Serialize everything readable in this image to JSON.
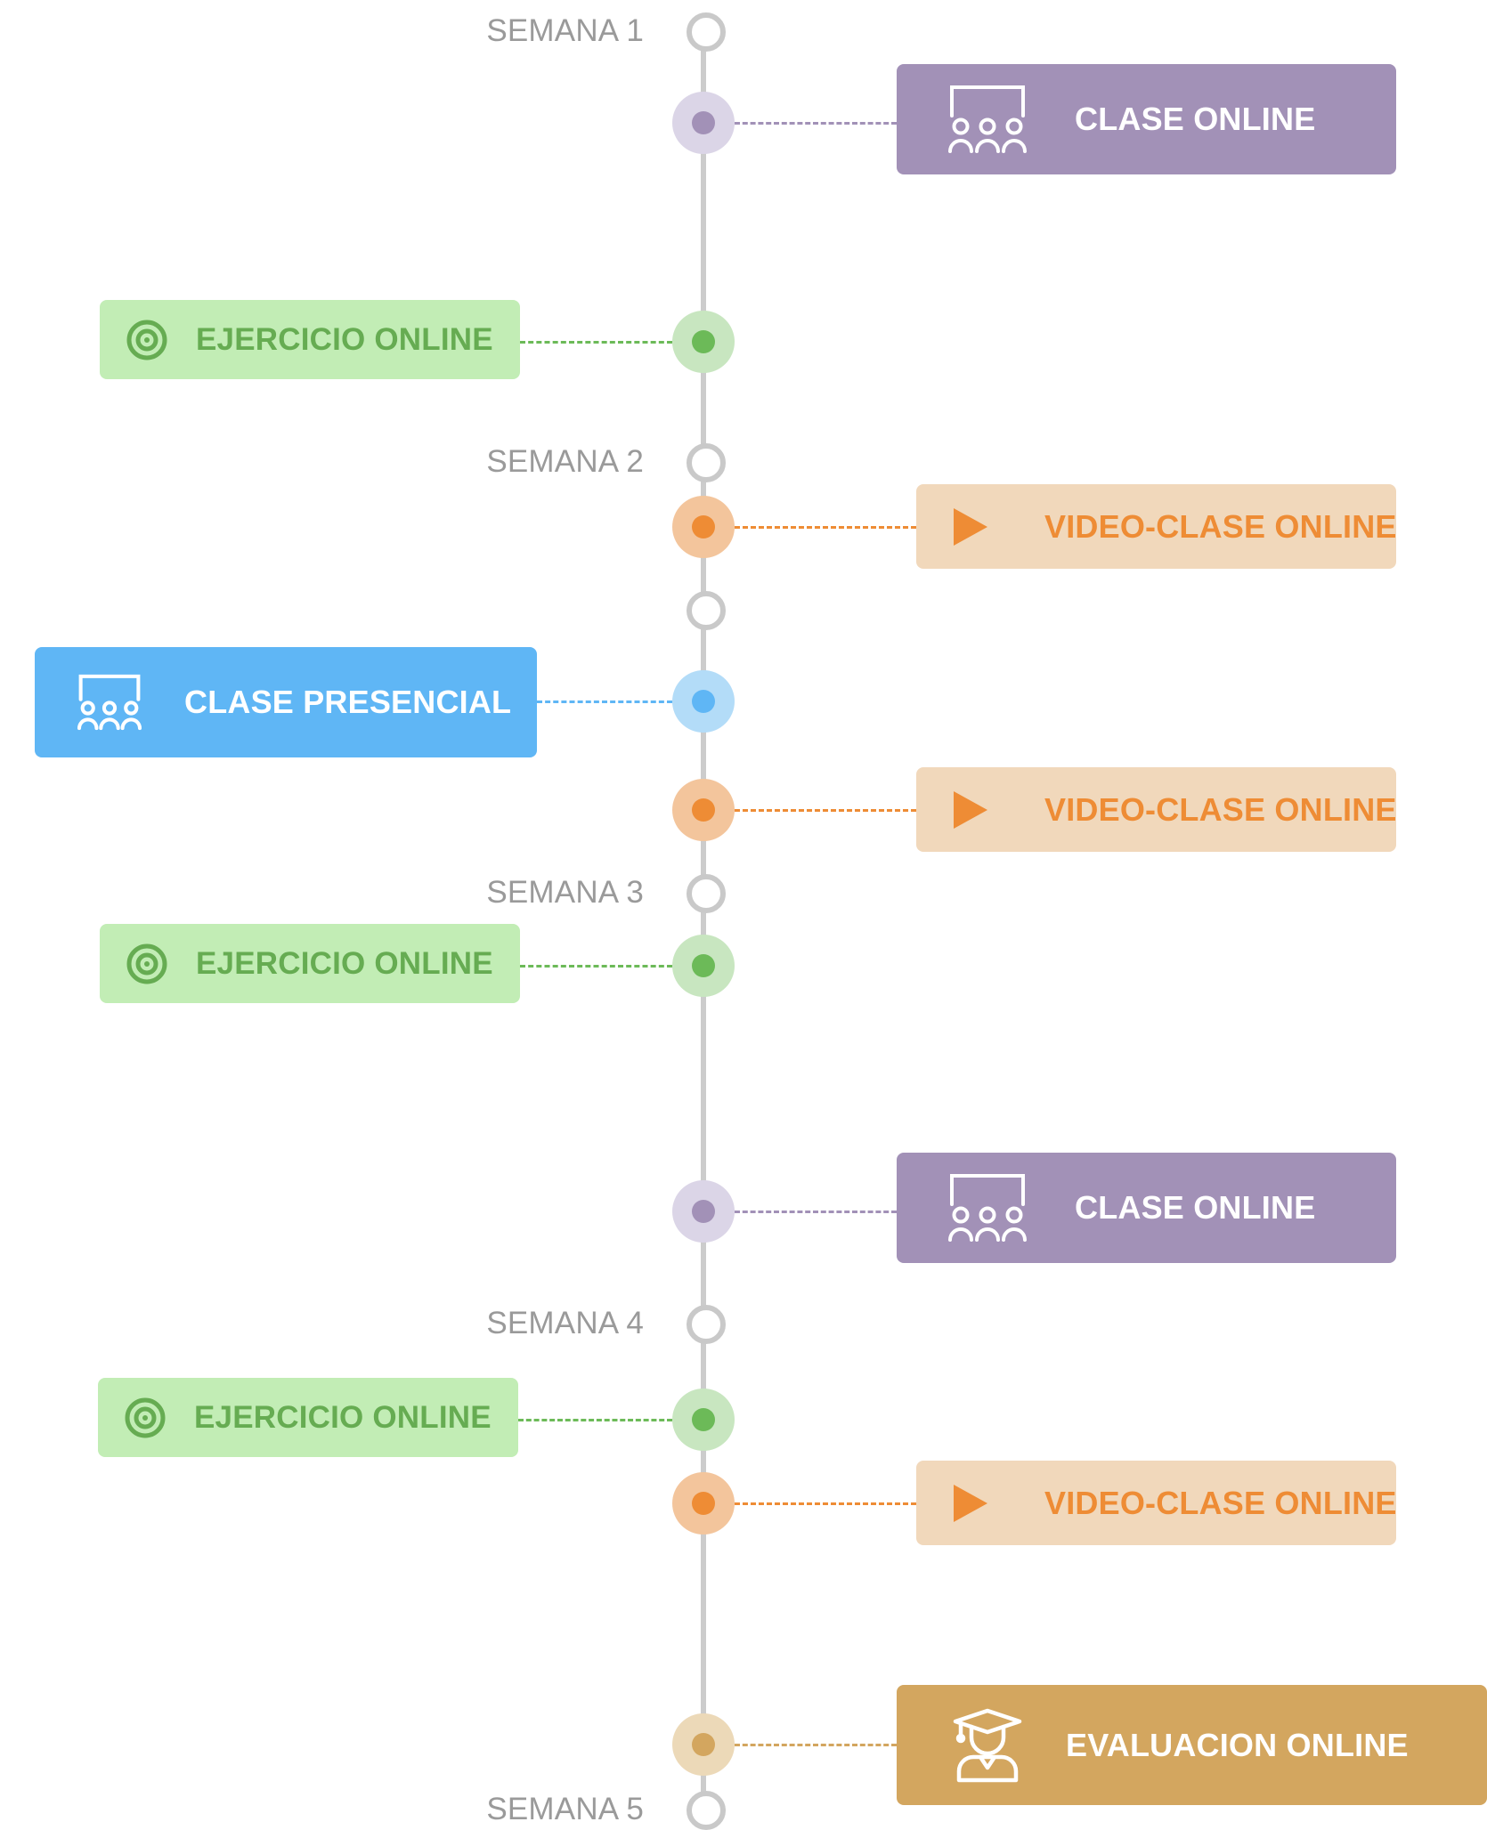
{
  "colors": {
    "purple_card": "#a291b7",
    "green_card": "#c2edb5",
    "green_text": "#66ac52",
    "orange_card": "#f1d8bb",
    "orange_text": "#ee8c35",
    "blue_card": "#5fb6f5",
    "gold_card": "#d3a65f",
    "axis": "#cccccc",
    "week_label": "#9a9a9a"
  },
  "weeks": [
    {
      "label": "SEMANA 1"
    },
    {
      "label": "SEMANA 2"
    },
    {
      "label": ""
    },
    {
      "label": "SEMANA 3"
    },
    {
      "label": "SEMANA 4"
    },
    {
      "label": "SEMANA 5"
    }
  ],
  "events": [
    {
      "label": "CLASE ONLINE",
      "type": "clase-online",
      "side": "right",
      "icon": "classroom-icon"
    },
    {
      "label": "EJERCICIO ONLINE",
      "type": "ejercicio-online",
      "side": "left",
      "icon": "target-icon"
    },
    {
      "label": "VIDEO-CLASE ONLINE",
      "type": "video-clase-online",
      "side": "right",
      "icon": "play-icon"
    },
    {
      "label": "CLASE PRESENCIAL",
      "type": "clase-presencial",
      "side": "left",
      "icon": "classroom-icon"
    },
    {
      "label": "VIDEO-CLASE ONLINE",
      "type": "video-clase-online",
      "side": "right",
      "icon": "play-icon"
    },
    {
      "label": "EJERCICIO ONLINE",
      "type": "ejercicio-online",
      "side": "left",
      "icon": "target-icon"
    },
    {
      "label": "CLASE ONLINE",
      "type": "clase-online",
      "side": "right",
      "icon": "classroom-icon"
    },
    {
      "label": "EJERCICIO ONLINE",
      "type": "ejercicio-online",
      "side": "left",
      "icon": "target-icon"
    },
    {
      "label": "VIDEO-CLASE ONLINE",
      "type": "video-clase-online",
      "side": "right",
      "icon": "play-icon"
    },
    {
      "label": "EVALUACION ONLINE",
      "type": "evaluacion-online",
      "side": "right",
      "icon": "graduate-icon"
    }
  ]
}
